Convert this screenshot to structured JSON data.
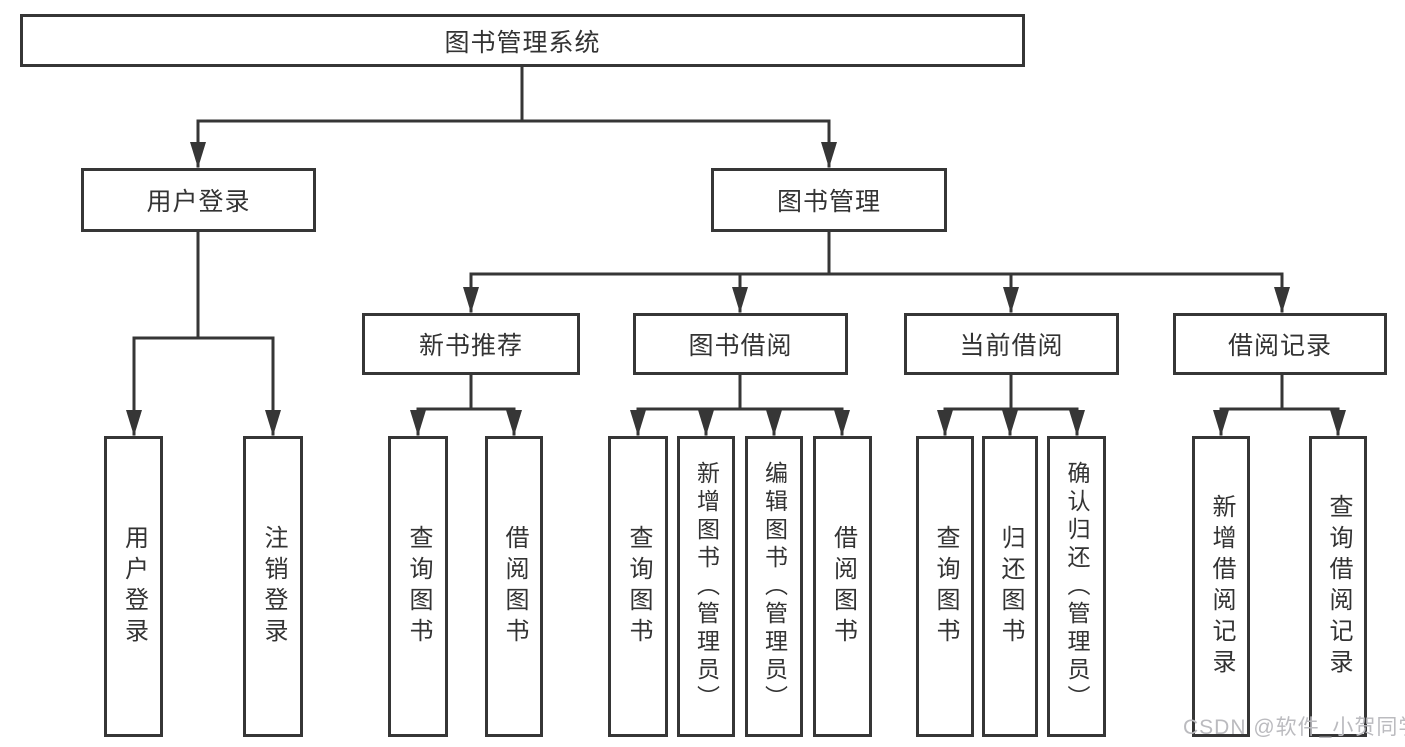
{
  "diagram": {
    "type": "tree-diagram",
    "colors": {
      "line": "#363636",
      "box_border": "#363636",
      "text": "#333333",
      "watermark": "#bbbbbf",
      "background": "#ffffff"
    },
    "nodes": {
      "root": "图书管理系统",
      "user_login": "用户登录",
      "book_mgmt": "图书管理",
      "ul_login": "用户登录",
      "ul_logout": "注销登录",
      "new_book_rec": "新书推荐",
      "book_borrow": "图书借阅",
      "current_borrow": "当前借阅",
      "borrow_record": "借阅记录",
      "nb_query": "查询图书",
      "nb_borrow": "借阅图书",
      "bb_query": "查询图书",
      "bb_add": "新增图书（管理员）",
      "bb_edit": "编辑图书（管理员）",
      "bb_borrow": "借阅图书",
      "cb_query": "查询图书",
      "cb_return": "归还图书",
      "cb_confirm": "确认归还（管理员）",
      "br_add": "新增借阅记录",
      "br_query": "查询借阅记录"
    },
    "watermark": "CSDN @软件_小贺同学"
  }
}
